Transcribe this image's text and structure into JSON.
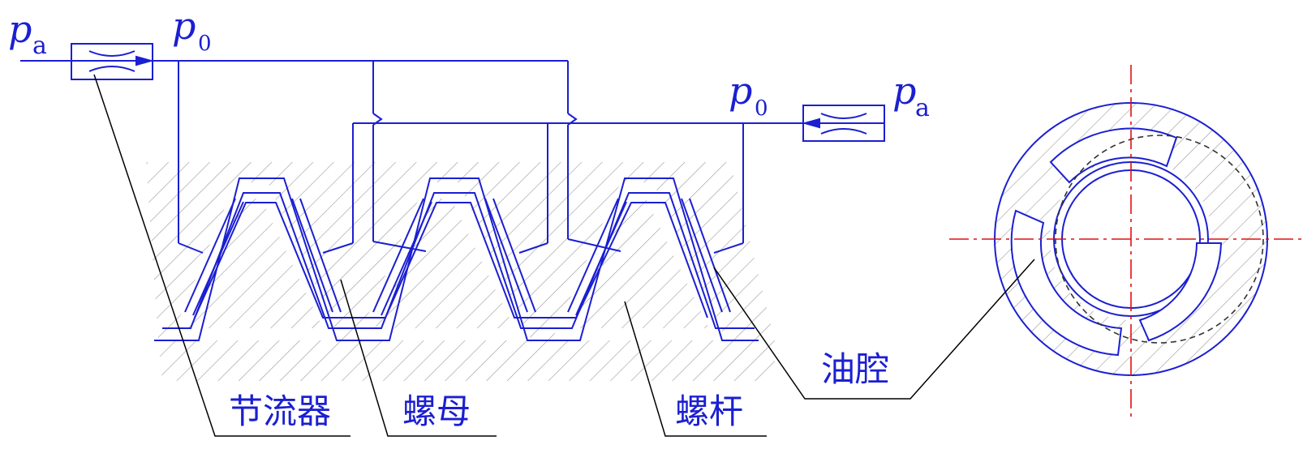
{
  "symbols": {
    "left_supply": {
      "main": "p",
      "sub": "a"
    },
    "left_chamber": {
      "main": "p",
      "sub": "0"
    },
    "right_chamber": {
      "main": "p",
      "sub": "0"
    },
    "right_supply": {
      "main": "p",
      "sub": "a"
    }
  },
  "labels": {
    "restrictor": "节流器",
    "nut": "螺母",
    "screw": "螺杆",
    "oil_chamber": "油腔"
  },
  "colors": {
    "line": "#1b1fd1",
    "hatch": "#9a9a9a",
    "leader": "#000000",
    "centerline": "#e01010",
    "hidden": "#333333"
  }
}
